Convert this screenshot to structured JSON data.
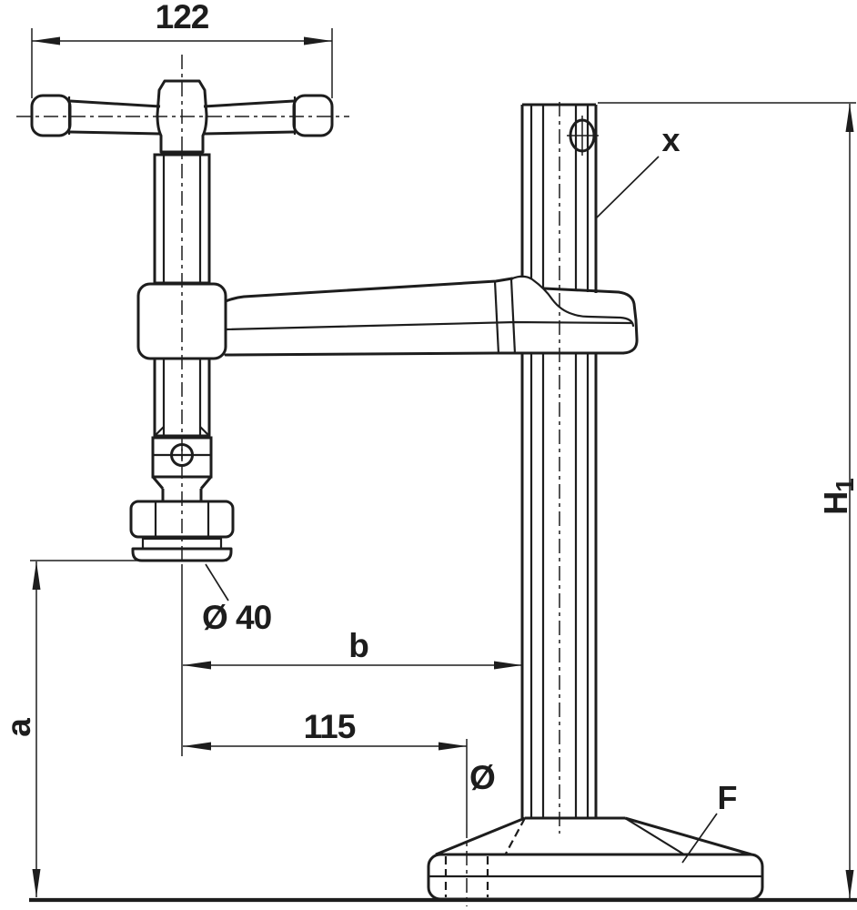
{
  "labels": {
    "handle_width": "122",
    "reach_115": "115",
    "pad_diameter": "Ø 40",
    "base_hole_diameter": "Ø",
    "arm_reach": "b",
    "clamp_height": "a",
    "column_height_main": "H",
    "column_height_sub": "1",
    "column_ref": "x",
    "base_ref": "F"
  },
  "colors": {
    "ink": "#1d1d1d",
    "paper": "#ffffff"
  }
}
